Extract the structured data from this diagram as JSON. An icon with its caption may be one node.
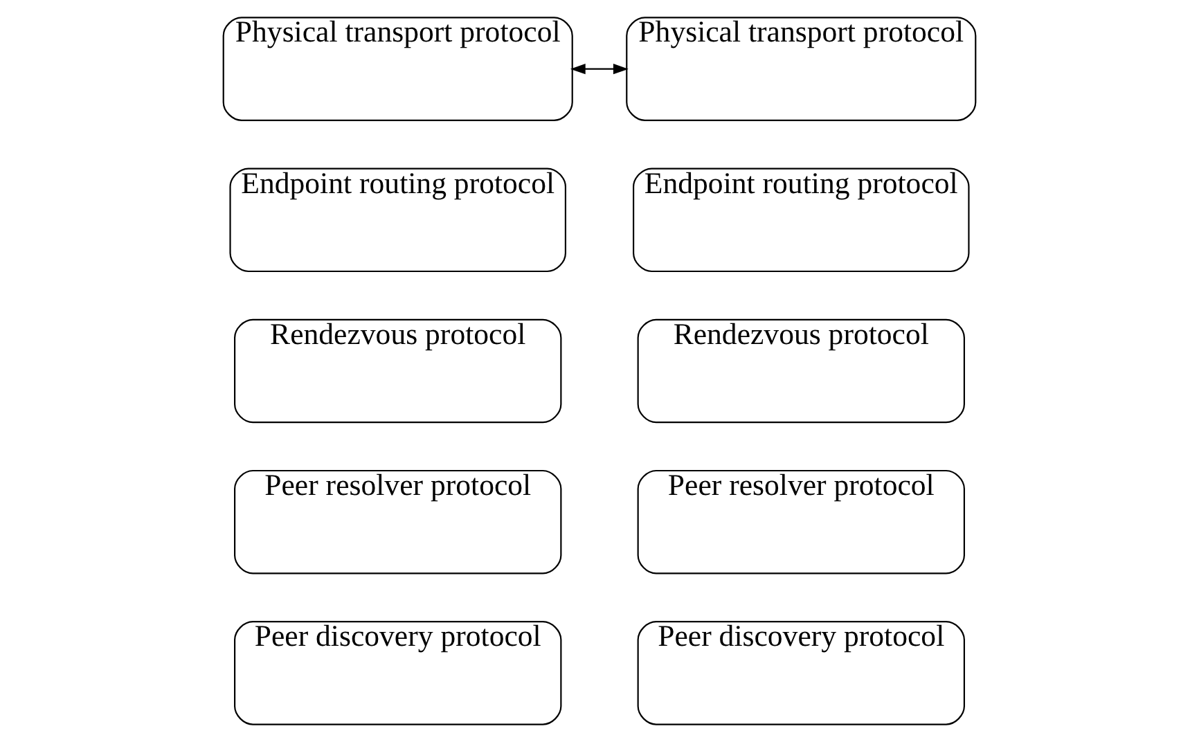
{
  "diagram": {
    "nodes": [
      {
        "text": [
          "Peer discovery protocol"
        ]
      },
      {
        "text": [
          "Peer discovery protocol"
        ]
      },
      {
        "text": [
          "Peer resolver protocol"
        ]
      },
      {
        "text": [
          "Peer resolver protocol"
        ]
      },
      {
        "text": [
          "Rendezvous protocol"
        ]
      },
      {
        "text": [
          "Rendezvous protocol"
        ]
      },
      {
        "text": [
          "Endpoint routing protocol"
        ]
      },
      {
        "text": [
          "Endpoint routing protocol"
        ]
      },
      {
        "text": [
          "Physical transport protocol"
        ]
      },
      {
        "text": [
          "Physical transport protocol"
        ]
      }
    ],
    "edges": [
      {
        "from": 8,
        "to": 9,
        "arrow": "both"
      }
    ]
  }
}
